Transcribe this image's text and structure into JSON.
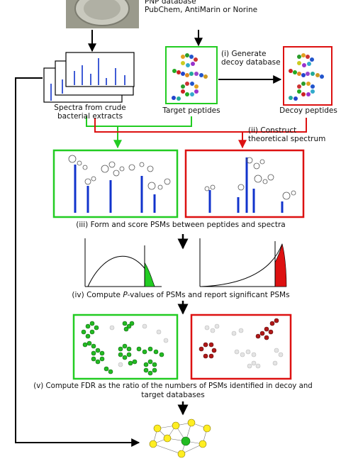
{
  "top": {
    "db_line1": "PNP database",
    "db_line2": "PubChem, AntiMarin or Norine"
  },
  "spectra": {
    "label_line1": "Spectra  from crude",
    "label_line2": "bacterial extracts"
  },
  "target": {
    "label": "Target peptides"
  },
  "decoy": {
    "label": "Decoy peptides"
  },
  "steps": {
    "s1_line1": "(i) Generate",
    "s1_line2": "decoy database",
    "s2_line1": "(ii) Construct",
    "s2_line2": "theoretical spectrum",
    "s3": "(iii) Form and score PSMs between peptides and spectra",
    "s4_pre": "(iv) Compute ",
    "s4_italic": "P",
    "s4_post": "-values of PSMs and report significant PSMs",
    "s5_line1": "(v) Compute FDR as the ratio of the numbers of PSMs identified in decoy and",
    "s5_line2": "target databases"
  },
  "colors": {
    "green": "#22cc22",
    "red": "#dd1111",
    "blue": "#1133cc",
    "yellow": "#ffee22",
    "network_green": "#22bb22",
    "dark_red": "#b01818",
    "grey_node": "#cccccc"
  }
}
